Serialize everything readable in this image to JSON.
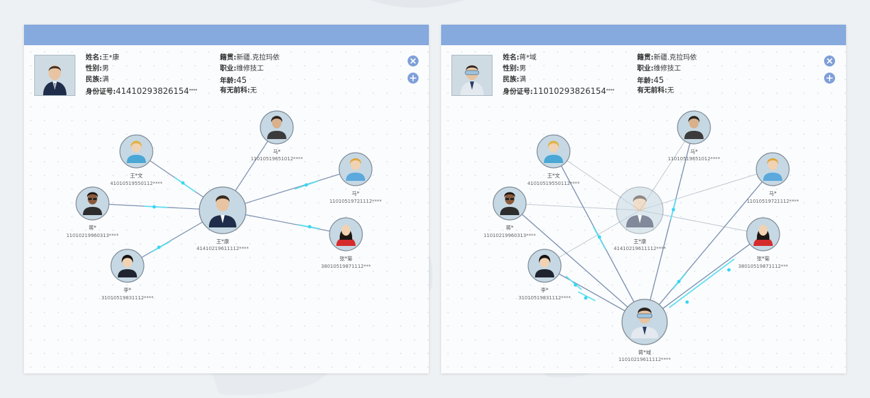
{
  "colors": {
    "header": "#86a9de",
    "button": "#7e9fd8",
    "edge": "#7f93b3",
    "edge_faint": "#b8c2cf",
    "flow_dot": "#38d6f2",
    "flow_line": "#5fdff0"
  },
  "panels": [
    {
      "profile": {
        "name_key": "姓名:",
        "name": "王*康",
        "gender_key": "性别:",
        "gender": "男",
        "ethnicity_key": "民族:",
        "ethnicity": "满",
        "id_key": "身份证号:",
        "id_main": "41410293826154",
        "id_mask": "****",
        "origin_key": "籍贯:",
        "origin": "新疆.克拉玛依",
        "job_key": "职业:",
        "job": "维修技工",
        "age_key": "年龄:",
        "age": "45",
        "record_key": "有无前科:",
        "record": "无"
      },
      "nodes": [
        {
          "name": "王*文",
          "id": "4101051955011​2****",
          "avatar": "female-blonde-avatar-icon"
        },
        {
          "name": "马*",
          "id": "11010519651012****",
          "avatar": "male-dark-avatar-icon"
        },
        {
          "name": "马*",
          "id": "11010519721112****",
          "avatar": "male-blonde-avatar-icon"
        },
        {
          "name": "蒋*",
          "id": "11010219960313****",
          "avatar": "male-glasses-avatar-icon"
        },
        {
          "name": "王*康",
          "id": "41410219611112****",
          "avatar": "male-suit-avatar-icon"
        },
        {
          "name": "张*菊",
          "id": "38010519871112***",
          "avatar": "female-red-avatar-icon"
        },
        {
          "name": "李*",
          "id": "31010519831112****",
          "avatar": "female-dark-avatar-icon"
        }
      ]
    },
    {
      "profile": {
        "name_key": "姓名:",
        "name": "蒋*域",
        "gender_key": "性别:",
        "gender": "男",
        "ethnicity_key": "民族:",
        "ethnicity": "满",
        "id_key": "身份证号:",
        "id_main": "11010293826154",
        "id_mask": "****",
        "origin_key": "籍贯:",
        "origin": "新疆.克拉玛依",
        "job_key": "职业:",
        "job": "维修技工",
        "age_key": "年龄:",
        "age": "45",
        "record_key": "有无前科:",
        "record": "无"
      },
      "nodes": [
        {
          "name": "王*文",
          "id": "41010519550112****",
          "avatar": "female-blonde-avatar-icon"
        },
        {
          "name": "马*",
          "id": "11010519651012****",
          "avatar": "male-dark-avatar-icon"
        },
        {
          "name": "马*",
          "id": "11010519721112****",
          "avatar": "male-blonde-avatar-icon"
        },
        {
          "name": "蒋*",
          "id": "11010219960313****",
          "avatar": "male-glasses-avatar-icon"
        },
        {
          "name": "王*康",
          "id": "41410219611112****",
          "avatar": "male-suit-avatar-icon"
        },
        {
          "name": "张*菊",
          "id": "38010519871112***",
          "avatar": "female-red-avatar-icon"
        },
        {
          "name": "李*",
          "id": "31010519831112****",
          "avatar": "female-dark-avatar-icon"
        },
        {
          "name": "蒋*域",
          "id": "11010219611112****",
          "avatar": "male-goggles-avatar-icon"
        }
      ]
    }
  ]
}
